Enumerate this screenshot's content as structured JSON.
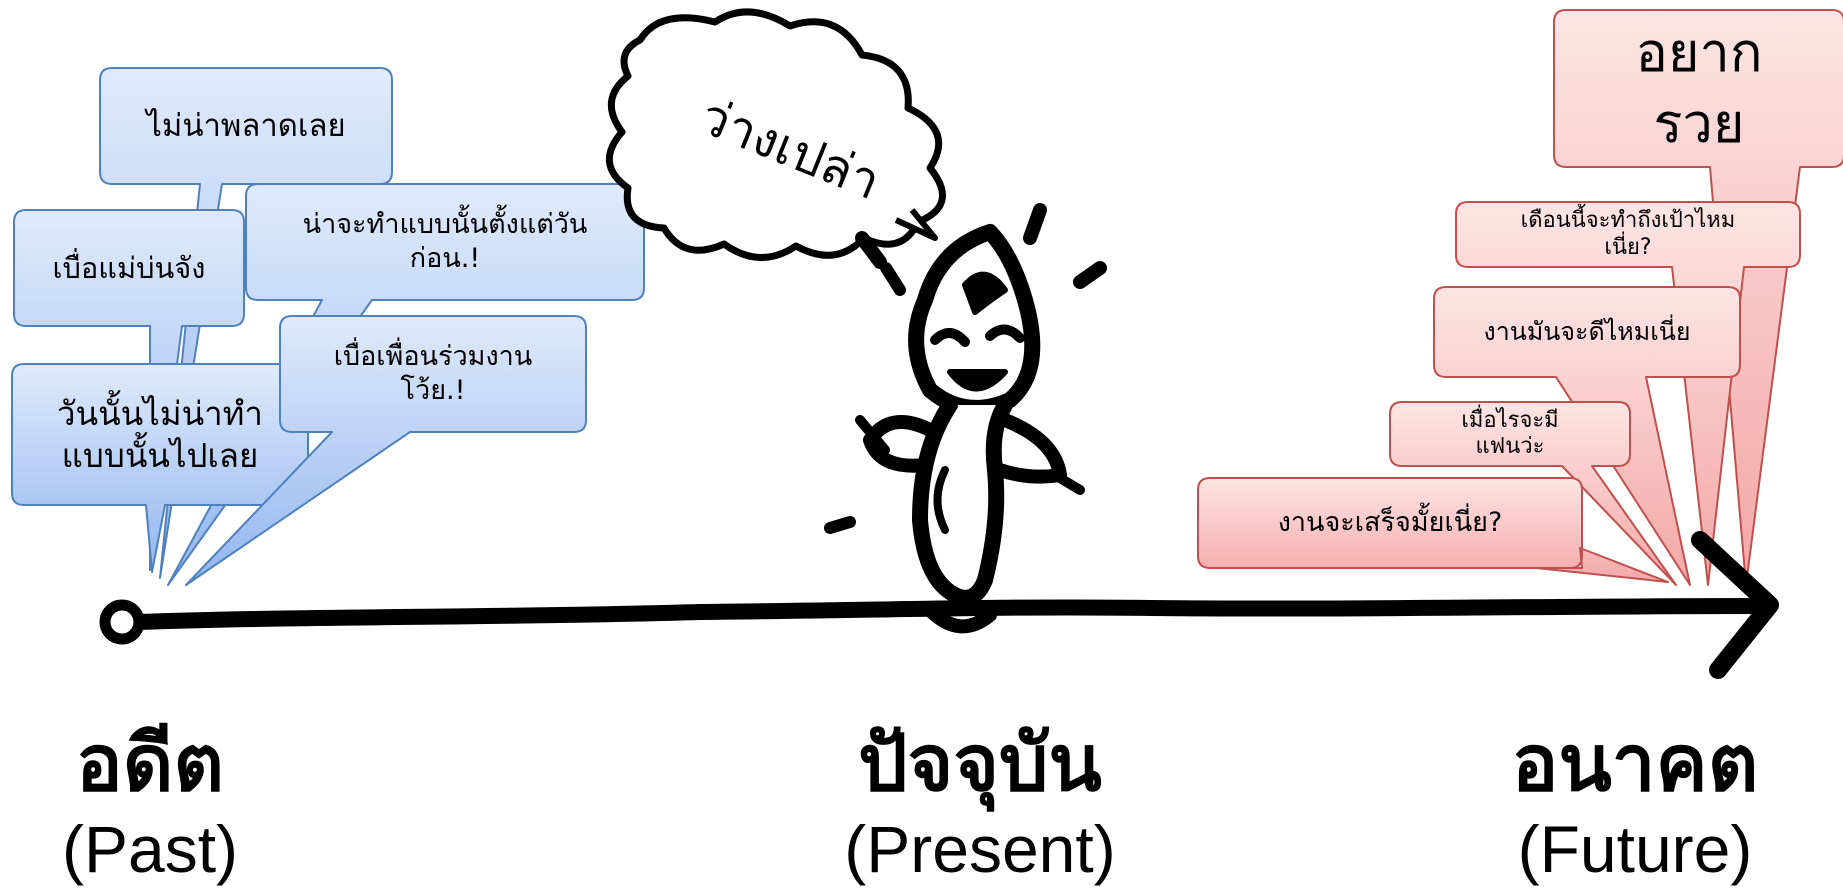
{
  "thought": {
    "text": "ว่างเปล่า"
  },
  "timeline": {
    "past": {
      "th": "อดีต",
      "en": "(Past)"
    },
    "present": {
      "th": "ปัจจุบัน",
      "en": "(Present)"
    },
    "future": {
      "th": "อนาคต",
      "en": "(Future)"
    }
  },
  "past_bubbles": [
    "ไม่น่าพลาดเลย",
    "เบื่อแม่บ่นจัง",
    "น่าจะทำแบบนั้นตั้งแต่วัน\nก่อน.!",
    "วันนั้นไม่น่าทำ\nแบบนั้นไปเลย",
    "เบื่อเพื่อนร่วมงาน\nโว้ย.!"
  ],
  "future_bubbles": [
    "อยาก\nรวย",
    "เดือนนี้จะทำถึงเป้าไหม\nเนี่ย?",
    "งานมันจะดีไหมเนี่ย",
    "เมื่อไรจะมี\nแฟนว่ะ",
    "งานจะเสร็จมั้ยเนี่ย?"
  ],
  "colors": {
    "past_fill_top": "#dce8fb",
    "past_fill_bottom": "#8fb4ef",
    "past_stroke": "#4f81bd",
    "future_fill_top": "#fde0e0",
    "future_fill_bottom": "#f4a8a8",
    "future_stroke": "#c0504d",
    "ink": "#000000"
  }
}
